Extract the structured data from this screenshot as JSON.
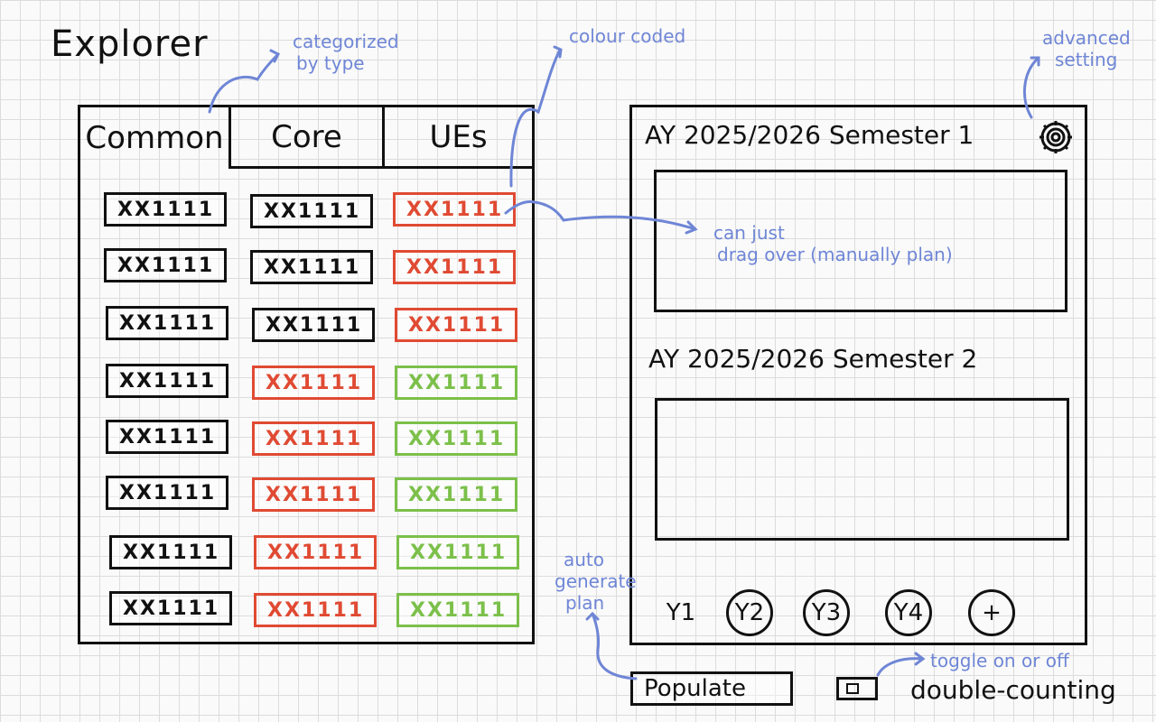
{
  "app": {
    "title": "Explorer"
  },
  "tabs": [
    {
      "label": "Common"
    },
    {
      "label": "Core"
    },
    {
      "label": "UEs"
    }
  ],
  "modules": {
    "common": [
      "XX1111",
      "XX1111",
      "XX1111",
      "XX1111",
      "XX1111",
      "XX1111",
      "XX1111",
      "XX1111"
    ],
    "core": [
      "XX1111",
      "XX1111",
      "XX1111",
      "XX1111",
      "XX1111",
      "XX1111",
      "XX1111",
      "XX1111"
    ],
    "ues": [
      "XX1111",
      "XX1111",
      "XX1111",
      "XX1111",
      "XX1111",
      "XX1111",
      "XX1111",
      "XX1111"
    ]
  },
  "colors": {
    "ink": "#111111",
    "red": "#e04a33",
    "green": "#7cc04a",
    "annotation": "#6f86d6"
  },
  "planner": {
    "semester1": "AY 2025/2026   Semester 1",
    "semester2": "AY 2025/2026   Semester 2",
    "settings_icon": "gear-icon",
    "years": [
      "Y1",
      "Y2",
      "Y3",
      "Y4",
      "+"
    ]
  },
  "controls": {
    "populate": "Populate",
    "double_counting": "double-counting"
  },
  "annotations": {
    "categorized": [
      "categorized",
      "by type"
    ],
    "colour": "colour coded",
    "advanced": [
      "advanced",
      "setting"
    ],
    "drag": [
      "can just",
      "drag over (manually plan)"
    ],
    "auto": [
      "auto",
      "generate",
      "plan"
    ],
    "toggle": "toggle on or off"
  }
}
